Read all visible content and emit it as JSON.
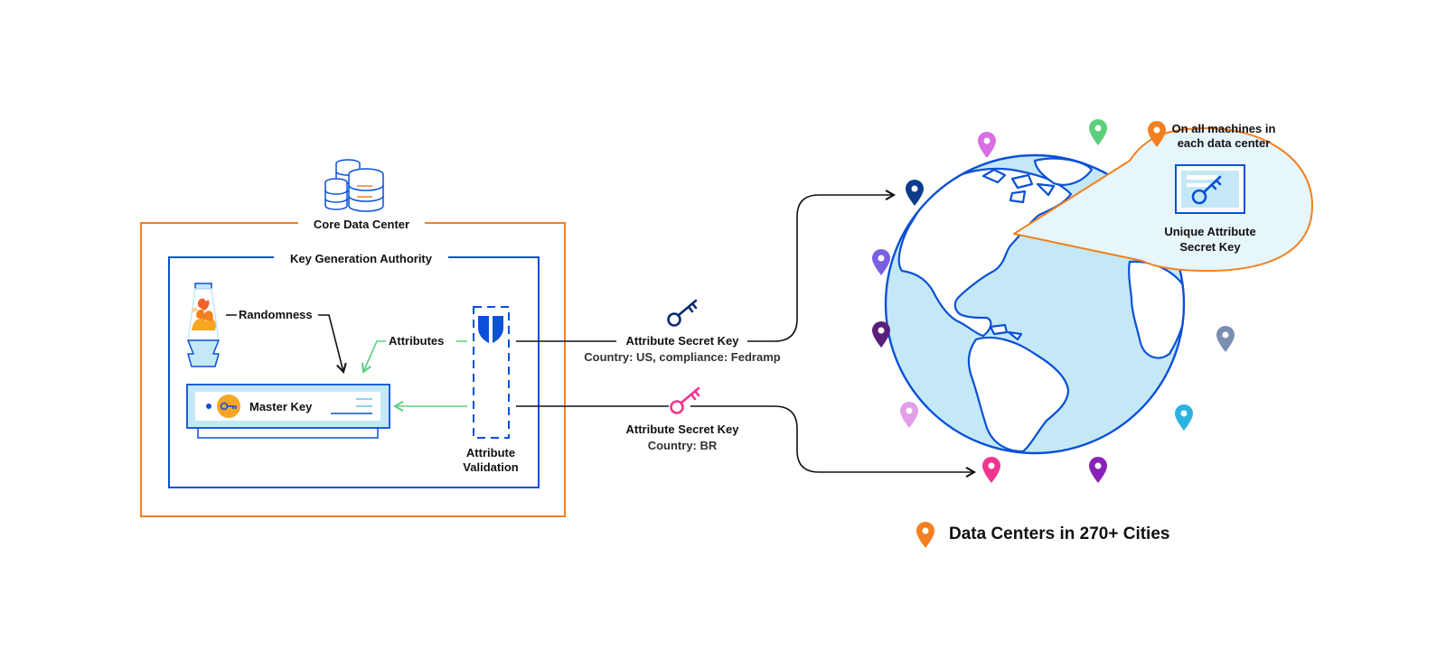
{
  "core_data_center": {
    "title": "Core Data Center"
  },
  "key_generation_authority": {
    "title": "Key Generation Authority"
  },
  "randomness": {
    "label": "Randomness"
  },
  "attributes": {
    "label": "Attributes"
  },
  "master_key": {
    "label": "Master Key"
  },
  "attribute_validation": {
    "line1": "Attribute",
    "line2": "Validation"
  },
  "key_us": {
    "title": "Attribute Secret Key",
    "subtitle": "Country: US, compliance: Fedramp"
  },
  "key_br": {
    "title": "Attribute Secret Key",
    "subtitle": "Country: BR"
  },
  "callout": {
    "header_line1": "On all machines in",
    "header_line2": "each data center",
    "key_line1": "Unique Attribute",
    "key_line2": "Secret Key"
  },
  "legend": {
    "label": "Data Centers in 270+ Cities"
  },
  "colors": {
    "orange": "#f38020",
    "blue": "#0a50d8",
    "navy": "#0d2b75",
    "green": "#5ccf7d",
    "pink": "#f0358f",
    "globe_fill": "#c4e8f5",
    "callout_fill": "#e6f6fb"
  },
  "map_pins": [
    {
      "name": "pin-violet-top",
      "color": "#d86fe3"
    },
    {
      "name": "pin-green-top",
      "color": "#5ccf7d"
    },
    {
      "name": "pin-navy",
      "color": "#0d3c8f"
    },
    {
      "name": "pin-purple-left",
      "color": "#7a5fe0"
    },
    {
      "name": "pin-dark-purple",
      "color": "#5a1f7a"
    },
    {
      "name": "pin-light-pink",
      "color": "#e39ee8"
    },
    {
      "name": "pin-slate",
      "color": "#7a8fb0"
    },
    {
      "name": "pin-cyan",
      "color": "#2ab3e0"
    },
    {
      "name": "pin-magenta",
      "color": "#f0358f"
    },
    {
      "name": "pin-purple-bottom",
      "color": "#8a22b8"
    },
    {
      "name": "pin-orange-callout",
      "color": "#f38020"
    }
  ]
}
